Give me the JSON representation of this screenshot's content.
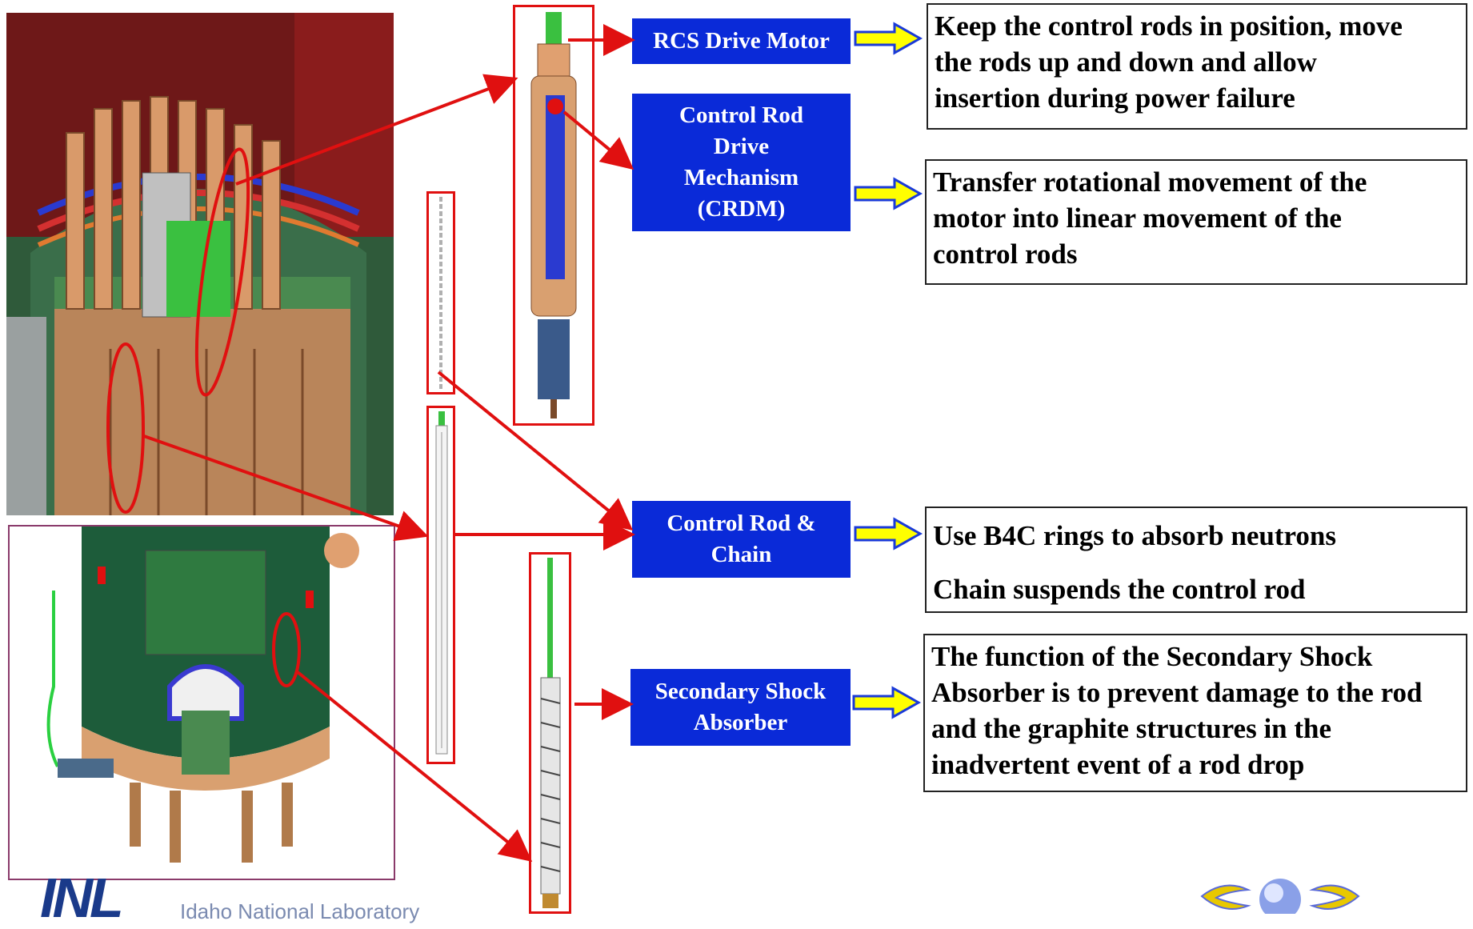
{
  "components": [
    {
      "label": "RCS Drive Motor",
      "description_lines": [
        "Keep the control rods in position, move",
        "the rods up and down and allow",
        "insertion during power failure"
      ]
    },
    {
      "label": "Control Rod Drive Mechanism (CRDM)",
      "label_lines": [
        "Control Rod",
        "Drive",
        "Mechanism",
        "(CRDM)"
      ],
      "description_lines": [
        "Transfer rotational movement of the",
        "motor into linear movement of the",
        "control rods"
      ]
    },
    {
      "label": "Control Rod & Chain",
      "label_lines": [
        "Control Rod &",
        "Chain"
      ],
      "description_lines": [
        "Use B4C rings to absorb neutrons",
        "Chain suspends the control rod"
      ]
    },
    {
      "label": "Secondary Shock Absorber",
      "label_lines": [
        "Secondary Shock",
        "Absorber"
      ],
      "description_lines": [
        "The function of the Secondary Shock",
        "Absorber is to prevent damage to the rod",
        "and the graphite structures in the",
        "inadvertent event of a rod drop"
      ]
    }
  ],
  "logo": {
    "mark": "INL",
    "name": "Idaho National Laboratory"
  },
  "colors": {
    "label_bg": "#0a2ad8",
    "leader_red": "#e01010",
    "block_arrow_yellow": "#ffff00",
    "block_arrow_outline": "#1a3ad8"
  },
  "icons": {
    "nav": [
      "chevron-left-icon",
      "globe-icon",
      "chevron-right-icon"
    ]
  }
}
